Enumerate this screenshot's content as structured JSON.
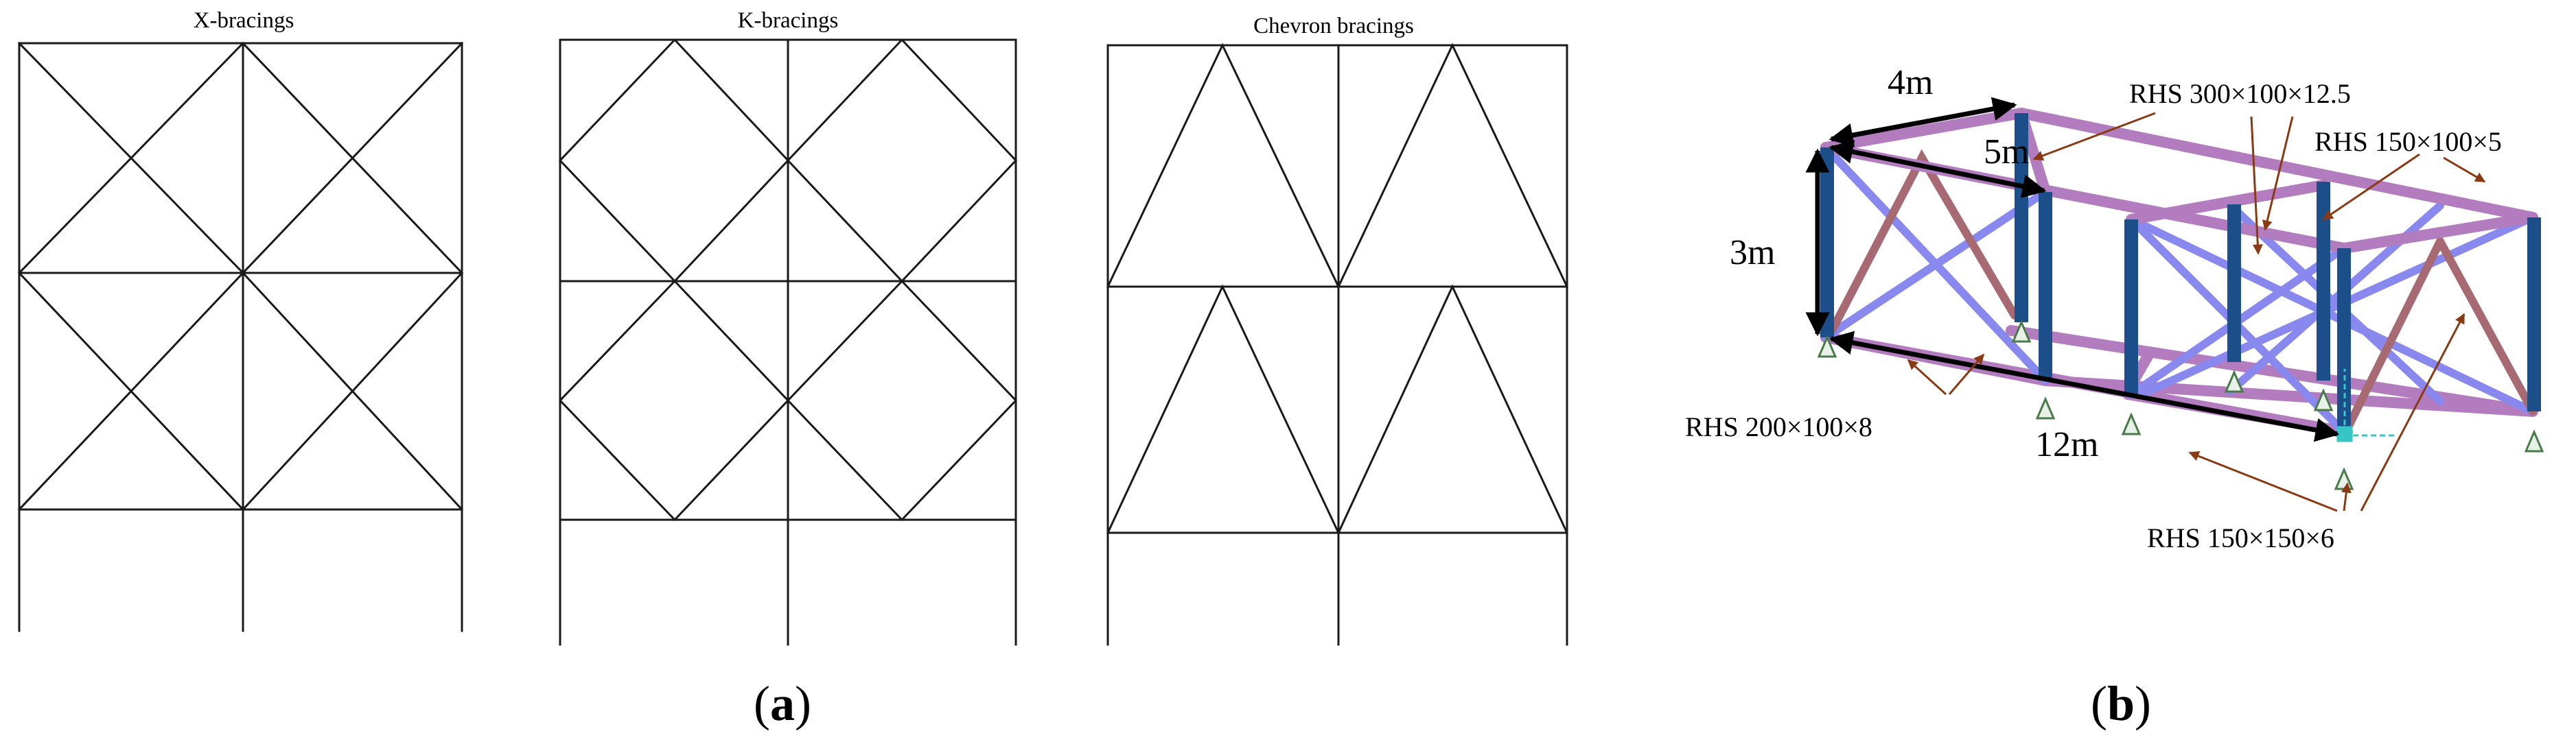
{
  "panel_a": {
    "x_title": "X-bracings",
    "k_title": "K-bracings",
    "chevron_title": "Chevron bracings",
    "letter_open": "(",
    "letter": "a",
    "letter_close": ")"
  },
  "panel_b": {
    "letter_open": "(",
    "letter": "b",
    "letter_close": ")",
    "dims": {
      "width": "4m",
      "depth": "5m",
      "height": "3m",
      "length": "12m"
    },
    "sections": {
      "top_chord": "RHS 300×100×12.5",
      "top_beam": "RHS 150×100×5",
      "bottom_beam": "RHS 200×100×8",
      "column": "RHS 150×150×6"
    },
    "colors": {
      "beam": "#b27cbe",
      "brace": "#a86a72",
      "diagonal": "#8888ee",
      "column": "#1c4f8a",
      "arrow": "#8a3a12",
      "support": "#4a7a4a",
      "node": "#36c6c6"
    }
  }
}
